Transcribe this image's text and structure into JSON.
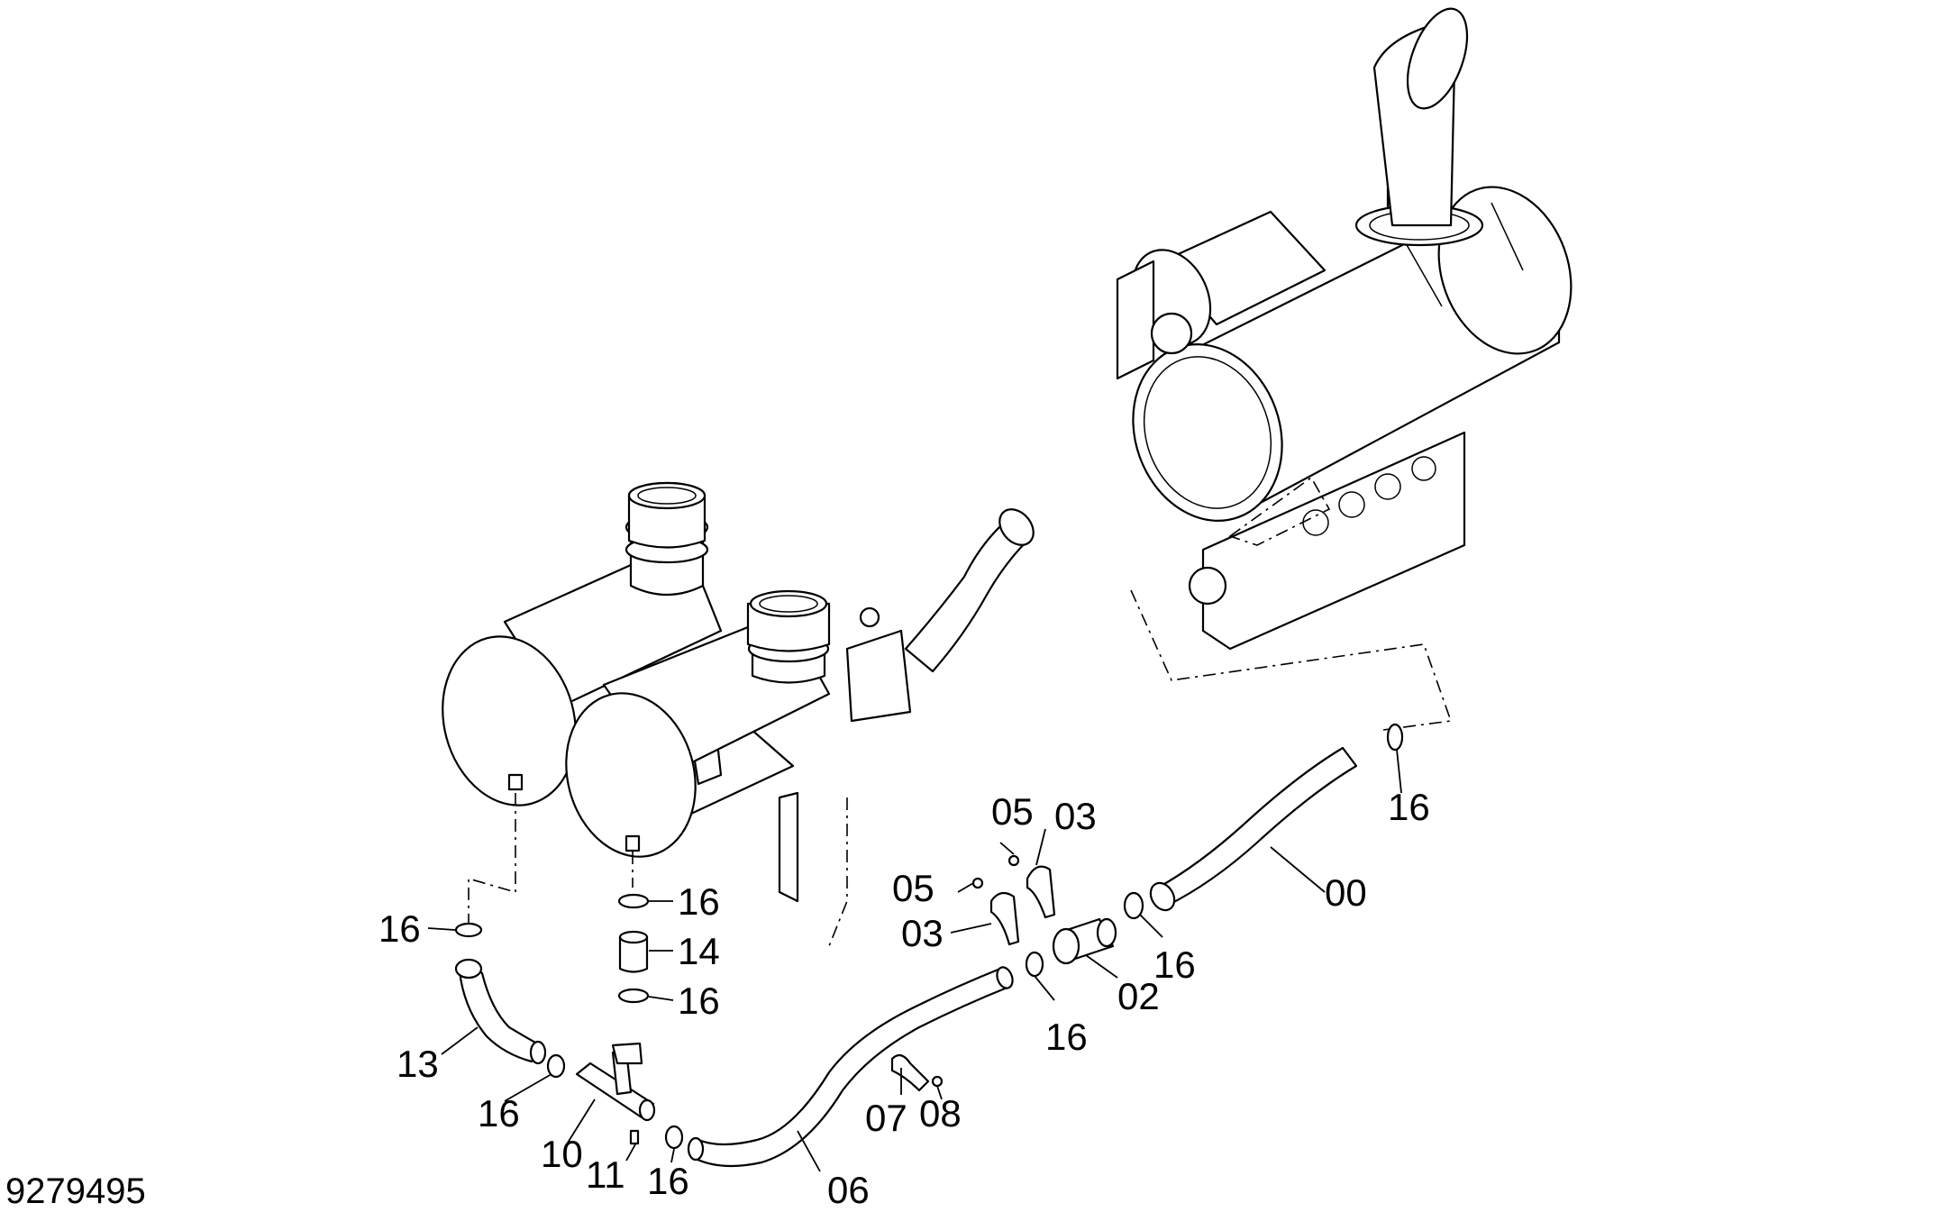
{
  "drawing": {
    "reference_number": "9279495",
    "callouts": [
      {
        "id": "c-00",
        "text": "00"
      },
      {
        "id": "c-02",
        "text": "02"
      },
      {
        "id": "c-03a",
        "text": "03"
      },
      {
        "id": "c-03b",
        "text": "03"
      },
      {
        "id": "c-05a",
        "text": "05"
      },
      {
        "id": "c-05b",
        "text": "05"
      },
      {
        "id": "c-06",
        "text": "06"
      },
      {
        "id": "c-07",
        "text": "07"
      },
      {
        "id": "c-08",
        "text": "08"
      },
      {
        "id": "c-10",
        "text": "10"
      },
      {
        "id": "c-11",
        "text": "11"
      },
      {
        "id": "c-13",
        "text": "13"
      },
      {
        "id": "c-14",
        "text": "14"
      },
      {
        "id": "c-16a",
        "text": "16"
      },
      {
        "id": "c-16b",
        "text": "16"
      },
      {
        "id": "c-16c",
        "text": "16"
      },
      {
        "id": "c-16d",
        "text": "16"
      },
      {
        "id": "c-16e",
        "text": "16"
      },
      {
        "id": "c-16f",
        "text": "16"
      },
      {
        "id": "c-16g",
        "text": "16"
      },
      {
        "id": "c-16h",
        "text": "16"
      }
    ]
  }
}
